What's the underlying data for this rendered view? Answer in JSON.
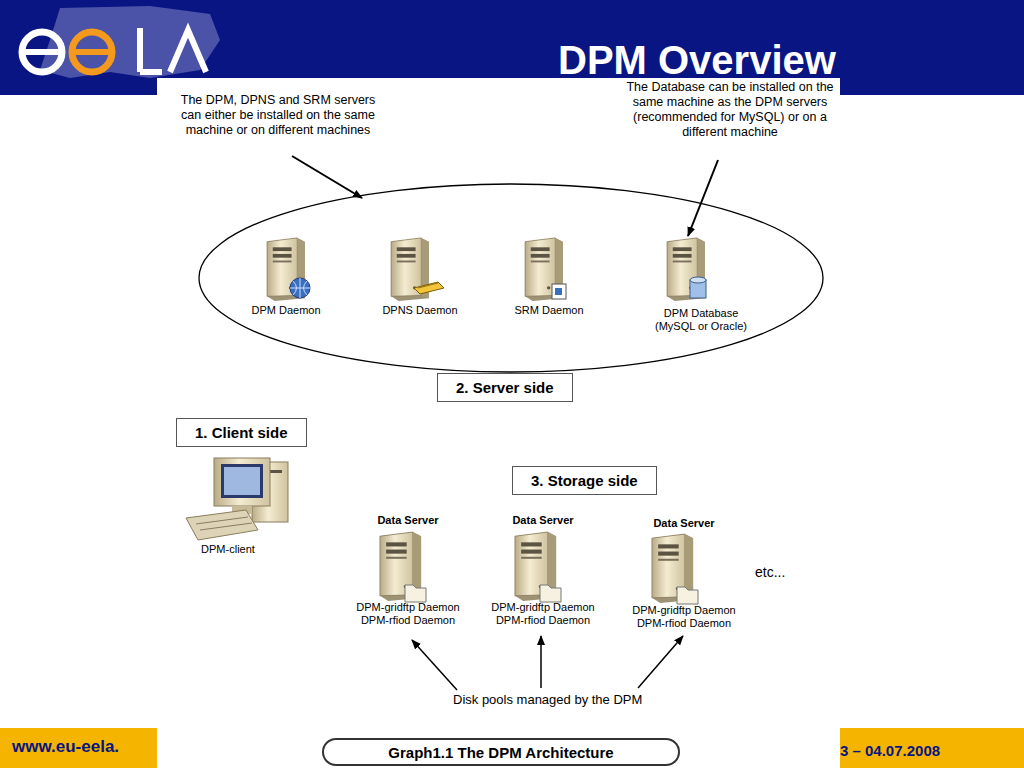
{
  "diagram": {
    "title": "DPM Overview",
    "caption": "Graph1.1 The DPM Architecture",
    "nodes": [
      {
        "text": [
          "DPM Daemon"
        ]
      },
      {
        "text": [
          "DPNS Daemon"
        ]
      },
      {
        "text": [
          "SRM Daemon"
        ]
      },
      {
        "text": [
          "DPM Database (MySQL or Oracle)"
        ]
      },
      {
        "text": [
          "2. Server side"
        ]
      },
      {
        "text": [
          "1. Client side"
        ]
      },
      {
        "text": [
          "DPM-client"
        ]
      },
      {
        "text": [
          "3. Storage side"
        ]
      },
      {
        "text": [
          "Data Server",
          "DPM-gridftp Daemon DPM-rfiod Daemon"
        ]
      },
      {
        "text": [
          "Data Server",
          "DPM-gridftp Daemon DPM-rfiod Daemon"
        ]
      },
      {
        "text": [
          "Data Server",
          "DPM-gridftp Daemon DPM-rfiod Daemon"
        ]
      }
    ],
    "labels": [
      "The DPM, DPNS and SRM servers can either be installed on the same machine or on different machines",
      "The Database can be installed on the same machine as the DPM servers (recommended for MySQL) or on a different machine",
      "etc...",
      "Disk pools managed by the DPM",
      "www.eu-eela.",
      "3 – 04.07.2008"
    ]
  }
}
